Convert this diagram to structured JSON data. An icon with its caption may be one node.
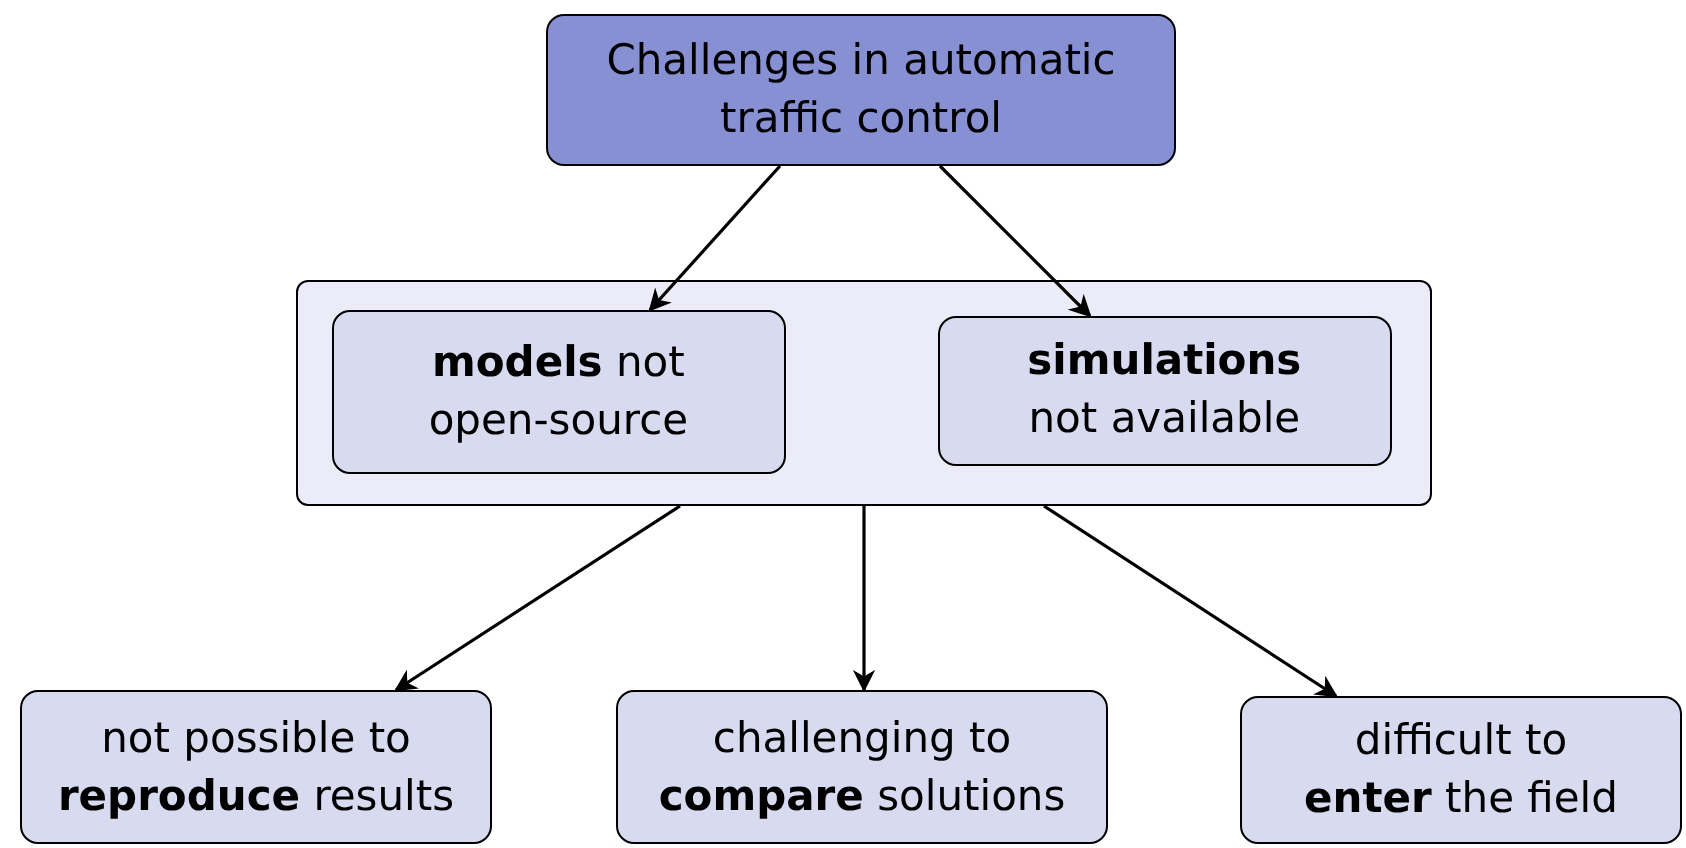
{
  "diagram": {
    "nodes": [
      {
        "text": [
          "Challenges in automatic traffic control"
        ]
      },
      {
        "text": [],
        "shape": "box"
      },
      {
        "text": [
          "**models** not open-source"
        ],
        "in": 1
      },
      {
        "text": [
          "**simulations** not available"
        ],
        "in": 1
      },
      {
        "text": [
          "not possible to **reproduce** results"
        ]
      },
      {
        "text": [
          "challenging to **compare** solutions"
        ]
      },
      {
        "text": [
          "difficult to **enter** the field"
        ]
      }
    ],
    "edges": [
      {
        "from": 0,
        "to": 2,
        "arrow": "to"
      },
      {
        "from": 0,
        "to": 3,
        "arrow": "to"
      },
      {
        "from": 1,
        "to": 4,
        "arrow": "to"
      },
      {
        "from": 1,
        "to": 5,
        "arrow": "to"
      },
      {
        "from": 1,
        "to": 6,
        "arrow": "to"
      }
    ]
  }
}
